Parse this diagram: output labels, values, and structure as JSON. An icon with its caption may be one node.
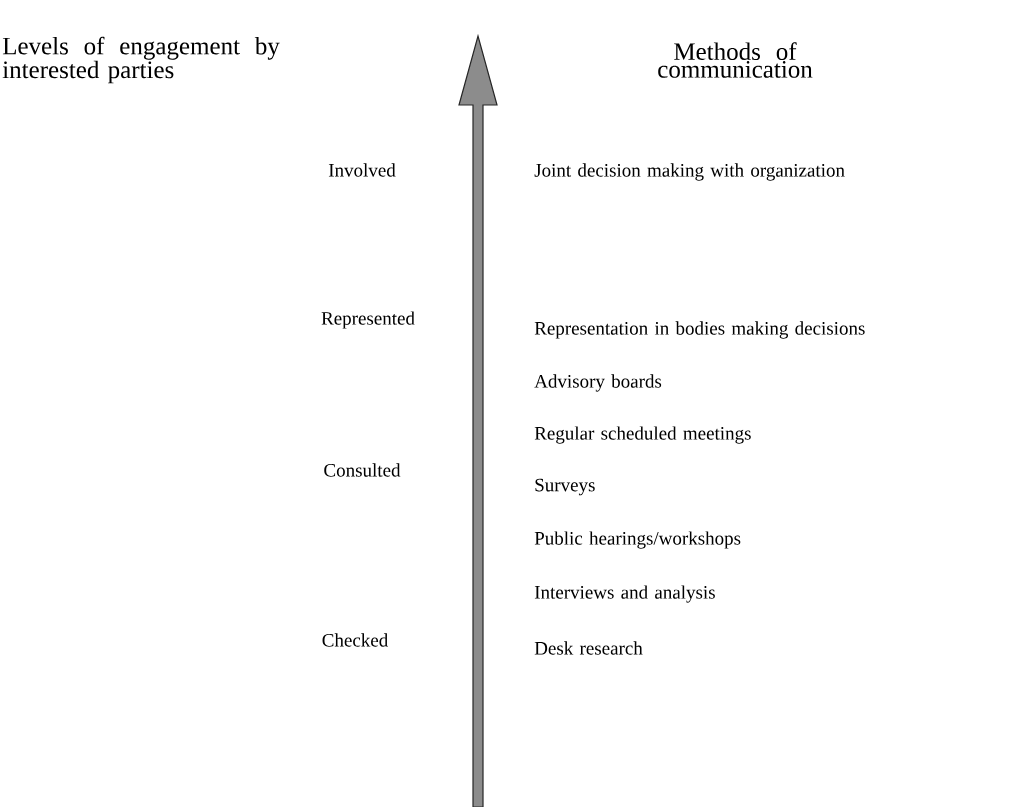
{
  "diagram": {
    "labels": [
      "Levels of engagement by interested parties",
      "Methods of communication",
      "Involved",
      "Joint decision making with organization",
      "Represented",
      "Representation in bodies making decisions",
      "Advisory boards",
      "Regular scheduled meetings",
      "Consulted",
      "Surveys",
      "Public hearings/workshops",
      "Interviews and analysis",
      "Checked",
      "Desk research"
    ]
  }
}
